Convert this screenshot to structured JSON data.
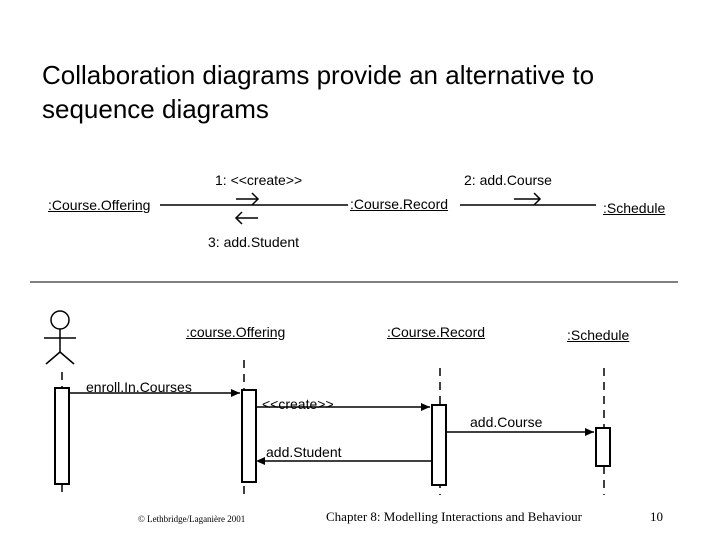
{
  "title": "Collaboration diagrams provide an alternative to sequence diagrams",
  "collaboration": {
    "objects": [
      ":Course.Offering",
      ":Course.Record",
      ":Schedule"
    ],
    "messages": [
      "1: <<create>>",
      "2: add.Course",
      "3: add.Student"
    ]
  },
  "sequence": {
    "lifelines": [
      ":course.Offering",
      ":Course.Record",
      ":Schedule"
    ],
    "messages": [
      "enroll.In.Courses",
      "<<create>>",
      "add.Course",
      "add.Student"
    ]
  },
  "footer": {
    "copyright": "© Lethbridge/Laganière 2001",
    "chapter": "Chapter 8: Modelling Interactions and Behaviour",
    "page": "10"
  }
}
